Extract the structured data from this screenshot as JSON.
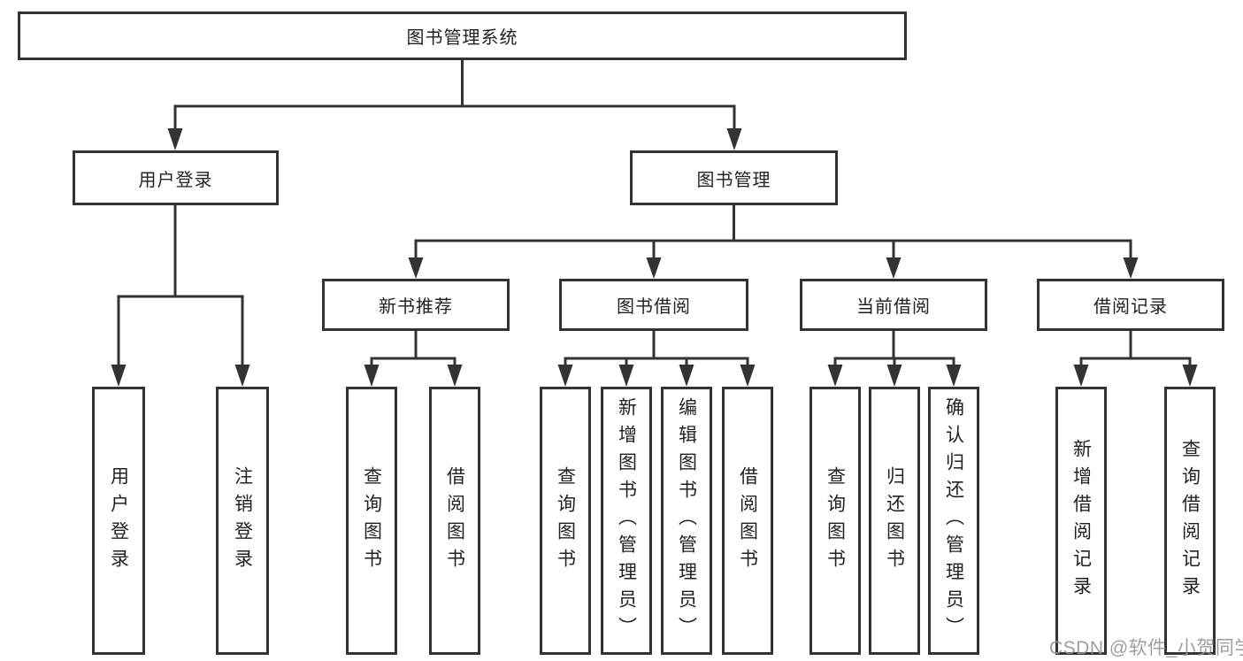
{
  "diagram": {
    "tree": {
      "label": "图书管理系统",
      "children": [
        {
          "label": "用户登录",
          "children": [
            {
              "label": "用户登录"
            },
            {
              "label": "注销登录"
            }
          ]
        },
        {
          "label": "图书管理",
          "children": [
            {
              "label": "新书推荐",
              "children": [
                {
                  "label": "查询图书"
                },
                {
                  "label": "借阅图书"
                }
              ]
            },
            {
              "label": "图书借阅",
              "children": [
                {
                  "label": "查询图书"
                },
                {
                  "label": "新增图书（管理员）"
                },
                {
                  "label": "编辑图书（管理员）"
                },
                {
                  "label": "借阅图书"
                }
              ]
            },
            {
              "label": "当前借阅",
              "children": [
                {
                  "label": "查询图书"
                },
                {
                  "label": "归还图书"
                },
                {
                  "label": "确认归还（管理员）"
                }
              ]
            },
            {
              "label": "借阅记录",
              "children": [
                {
                  "label": "新增借阅记录"
                },
                {
                  "label": "查询借阅记录"
                }
              ]
            }
          ]
        }
      ]
    },
    "colors": {
      "line": "#333333",
      "text": "#222222",
      "box_fill": "#ffffff",
      "watermark": "#969696"
    }
  },
  "watermark": {
    "text": "CSDN @软件_小贺同学"
  }
}
